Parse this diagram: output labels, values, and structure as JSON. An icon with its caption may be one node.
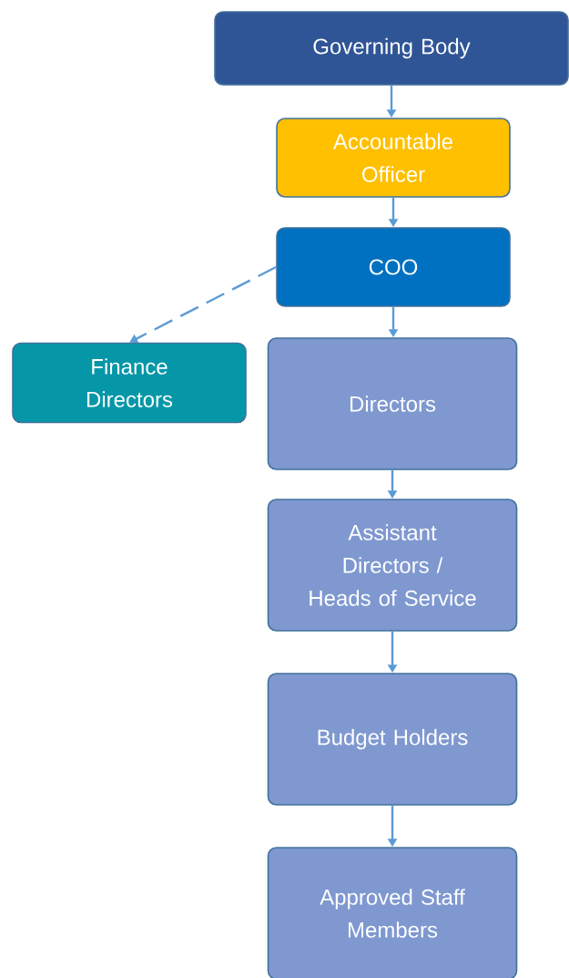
{
  "diagram": {
    "nodes": [
      {
        "text": [
          "Governing Body"
        ]
      },
      {
        "text": [
          "Accountable Officer"
        ]
      },
      {
        "text": [
          "COO"
        ]
      },
      {
        "text": [
          "Finance Directors"
        ]
      },
      {
        "text": [
          "Directors"
        ]
      },
      {
        "text": [
          "Assistant Directors / Heads of Service"
        ]
      },
      {
        "text": [
          "Budget Holders"
        ]
      },
      {
        "text": [
          "Approved Staff Members"
        ]
      }
    ],
    "edges": [
      {
        "from": 0,
        "to": 1,
        "arrow": "to"
      },
      {
        "from": 1,
        "to": 2,
        "arrow": "to"
      },
      {
        "from": 2,
        "to": 3,
        "arrow": "to",
        "style": "dashed"
      },
      {
        "from": 2,
        "to": 4,
        "arrow": "to"
      },
      {
        "from": 4,
        "to": 5,
        "arrow": "to"
      },
      {
        "from": 5,
        "to": 6,
        "arrow": "to"
      },
      {
        "from": 6,
        "to": 7,
        "arrow": "to"
      }
    ]
  }
}
